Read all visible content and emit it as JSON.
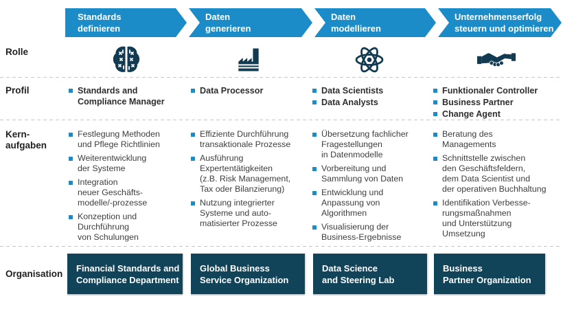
{
  "colors": {
    "arrow_blue": "#1b8cc7",
    "dark_navy": "#114359",
    "bullet_blue": "#1b8cc7",
    "body_text": "#3d3d3d",
    "dash_gray": "#c6c6c6"
  },
  "arrows": [
    "Standards\ndefinieren",
    "Daten\ngenerieren",
    "Daten\nmodellieren",
    "Unternehmenserfolg\nsteuern und optimieren"
  ],
  "row_labels": {
    "rolle": "Rolle",
    "profil": "Profil",
    "kernaufgaben": "Kern-\naufgaben",
    "organisation": "Organisation"
  },
  "icons": [
    "brain-icon",
    "factory-icon",
    "atom-icon",
    "handshake-icon"
  ],
  "columns": [
    {
      "profil": [
        "Standards and\nCompliance Manager"
      ],
      "kernaufgaben": [
        "Festlegung Methoden\nund Pflege Richtlinien",
        "Weiterentwicklung\nder Systeme",
        "Integration\nneuer Geschäfts-\nmodelle/-prozesse",
        "Konzeption und\nDurchführung\nvon Schulungen"
      ],
      "organisation": "Financial Standards and\nCompliance Department"
    },
    {
      "profil": [
        "Data Processor"
      ],
      "kernaufgaben": [
        "Effiziente Durchführung\ntransaktionale Prozesse",
        "Ausführung\nExpertentätigkeiten\n(z.B. Risk Management,\nTax oder Bilanzierung)",
        "Nutzung integrierter\nSysteme und auto-\nmatisierter Prozesse"
      ],
      "organisation": "Global Business\nService Organization"
    },
    {
      "profil": [
        "Data Scientists",
        "Data Analysts"
      ],
      "kernaufgaben": [
        "Übersetzung fachlicher\nFragestellungen\nin Datenmodelle",
        "Vorbereitung und\nSammlung von Daten",
        "Entwicklung und\nAnpassung von\nAlgorithmen",
        "Visualisierung der\nBusiness-Ergebnisse"
      ],
      "organisation": "Data Science\nand Steering Lab"
    },
    {
      "profil": [
        "Funktionaler Controller",
        "Business Partner",
        "Change Agent"
      ],
      "kernaufgaben": [
        "Beratung des\nManagements",
        "Schnittstelle zwischen\nden Geschäftsfeldern,\ndem Data Scientist und\nder operativen Buchhaltung",
        "Identifikation Verbesse-\nrungsmaßnahmen\nund Unterstützung\nUmsetzung"
      ],
      "organisation": "Business\nPartner Organization"
    }
  ]
}
